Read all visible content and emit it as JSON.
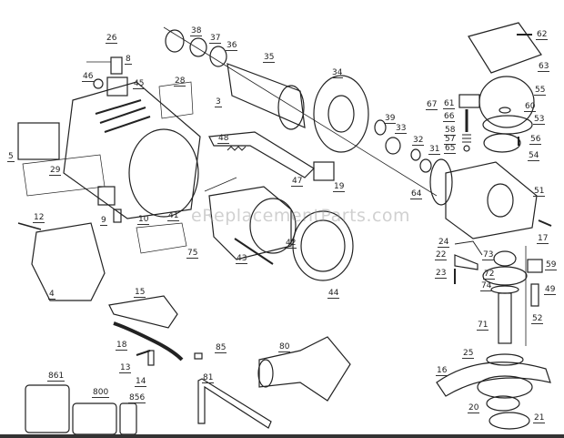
{
  "diagram": {
    "watermark": "eReplacementParts.com",
    "part_labels": [
      "26",
      "8",
      "46",
      "45",
      "28",
      "38",
      "37",
      "36",
      "35",
      "34",
      "3",
      "5",
      "29",
      "62",
      "63",
      "55",
      "61",
      "67",
      "66",
      "60",
      "53",
      "58",
      "57",
      "65",
      "39",
      "33",
      "32",
      "31",
      "56",
      "54",
      "48",
      "47",
      "19",
      "51",
      "64",
      "9",
      "10",
      "41",
      "12",
      "42",
      "75",
      "43",
      "17",
      "24",
      "22",
      "73",
      "23",
      "72",
      "59",
      "74",
      "49",
      "44",
      "4",
      "15",
      "52",
      "71",
      "18",
      "85",
      "80",
      "25",
      "13",
      "14",
      "16",
      "81",
      "861",
      "800",
      "856",
      "20",
      "21"
    ]
  }
}
